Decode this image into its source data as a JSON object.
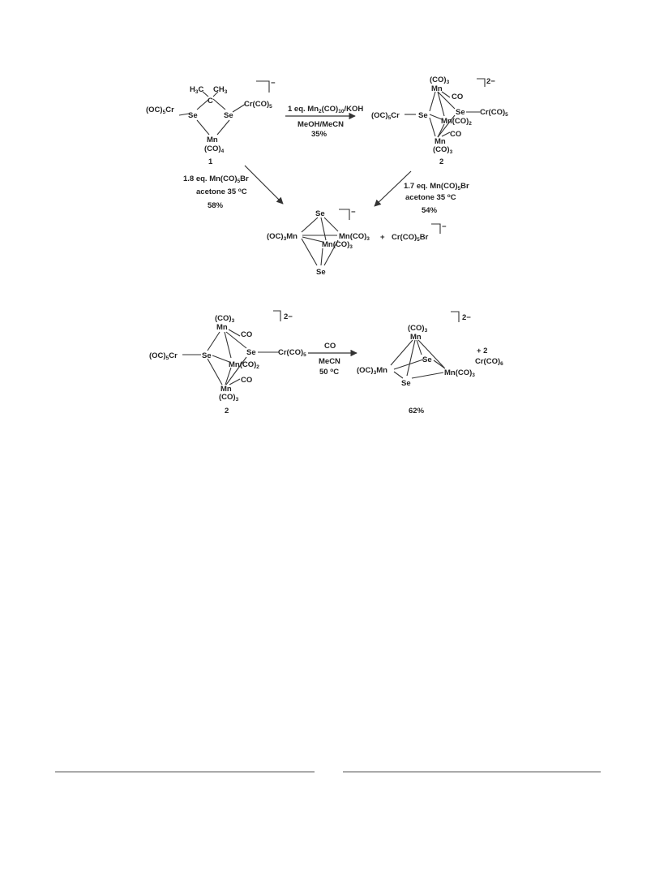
{
  "scheme1": {
    "compound1": {
      "methyl_left": "H3C",
      "methyl_right": "CH3",
      "carbon": "C",
      "se_left": "Se",
      "se_right": "Se",
      "cr_left": "(OC)5Cr",
      "cr_right": "Cr(CO)5",
      "mn": "Mn",
      "mn_co": "(CO)4",
      "charge": "−",
      "number": "1"
    },
    "compound2": {
      "top_co": "(CO)3",
      "top_mn": "Mn",
      "co_upper": "CO",
      "se_left": "Se",
      "se_right": "Se",
      "cr_left": "(OC)5Cr",
      "cr_right": "Cr(CO)5",
      "mid_mn": "Mn(CO)2",
      "co_lower": "CO",
      "bot_mn": "Mn",
      "bot_co": "(CO)3",
      "charge": "2−",
      "number": "2"
    },
    "arrow_1_to_2": {
      "reagent": "1 eq. Mn2(CO)10/KOH",
      "solvent": "MeOH/MeCN",
      "yield": "35%"
    },
    "arrow_1_to_product": {
      "reagent": "1.8 eq. Mn(CO)5Br",
      "conditions": "acetone  35 °C",
      "yield": "58%"
    },
    "arrow_2_to_product": {
      "reagent": "1.7 eq. Mn(CO)5Br",
      "conditions": "acetone  35 °C",
      "yield": "54%"
    },
    "product": {
      "se_top": "Se",
      "se_bottom": "Se",
      "mn_left": "(OC)3Mn",
      "mn_right": "Mn(CO)3",
      "mn_back": "Mn(CO)3",
      "charge": "−",
      "plus": "+",
      "byproduct": "Cr(CO)5Br",
      "byproduct_charge": "−"
    }
  },
  "scheme2": {
    "compound2": {
      "top_co": "(CO)3",
      "top_mn": "Mn",
      "co_upper": "CO",
      "se_left": "Se",
      "se_right": "Se",
      "cr_left": "(OC)5Cr",
      "cr_right": "Cr(CO)5",
      "mid_mn": "Mn(CO)2",
      "co_lower": "CO",
      "bot_mn": "Mn",
      "bot_co": "(CO)3",
      "charge": "2−",
      "number": "2"
    },
    "arrow": {
      "reagent": "CO",
      "solvent": "MeCN",
      "temperature": "50 °C"
    },
    "product": {
      "top_co": "(CO)3",
      "top_mn": "Mn",
      "se_upper": "Se",
      "se_lower": "Se",
      "mn_left": "(OC)3Mn",
      "mn_right": "Mn(CO)3",
      "charge": "2−",
      "plus": "+  2",
      "byproduct": "Cr(CO)6",
      "yield": "62%"
    }
  }
}
